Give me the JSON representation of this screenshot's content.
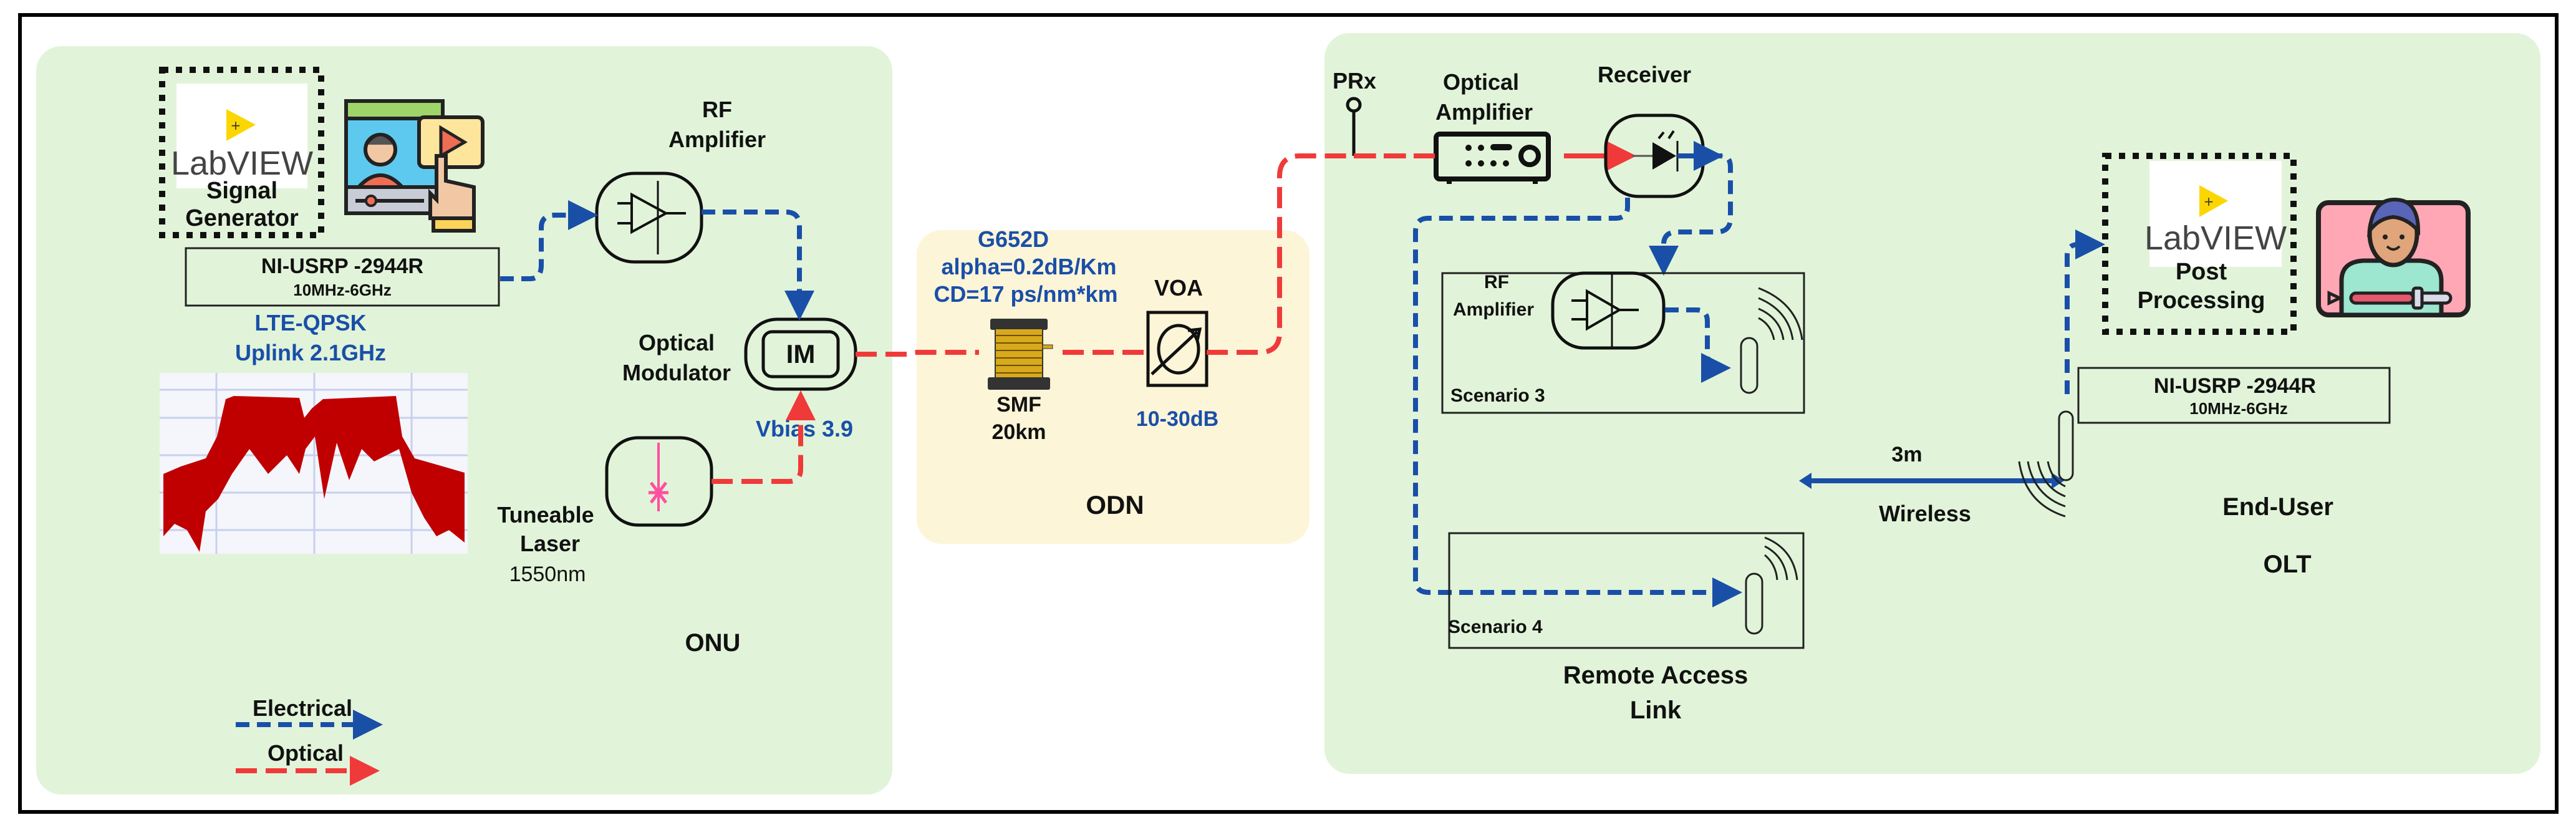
{
  "colors": {
    "panel_green": "#e1f4d9",
    "panel_yellow": "#fdf5d8",
    "electrical": "#1a4fa8",
    "optical": "#f03a3a",
    "spectrum": "#c00000",
    "labview_yellow": "#fcd600"
  },
  "onu": {
    "section_label": "ONU",
    "signal_generator": {
      "logo_text": "LabVIEW",
      "label_line1": "Signal",
      "label_line2": "Generator"
    },
    "usrp": {
      "model": "NI-USRP -2944R",
      "range": "10MHz-6GHz"
    },
    "signal": {
      "line1": "LTE-QPSK",
      "line2": "Uplink 2.1GHz"
    },
    "rf_amplifier": {
      "line1": "RF",
      "line2": "Amplifier"
    },
    "optical_modulator": {
      "line1": "Optical",
      "line2": "Modulator",
      "symbol": "IM"
    },
    "vbias": "Vbias 3.9",
    "laser": {
      "line1": "Tuneable",
      "line2": "Laser",
      "wavelength": "1550nm"
    }
  },
  "legend": {
    "electrical": "Electrical",
    "optical": "Optical"
  },
  "odn": {
    "section_label": "ODN",
    "fiber_spec": {
      "line1": "G652D",
      "line2": "alpha=0.2dB/Km",
      "line3": "CD=17 ps/nm*km"
    },
    "smf": {
      "line1": "SMF",
      "line2": "20km"
    },
    "voa": {
      "label": "VOA",
      "range": "10-30dB"
    }
  },
  "remote_access": {
    "section_label_line1": "Remote Access",
    "section_label_line2": "Link",
    "prx": "PRx",
    "optical_amplifier": {
      "line1": "Optical",
      "line2": "Amplifier"
    },
    "receiver": "Receiver",
    "scenario3": {
      "label": "Scenario 3",
      "rf_line1": "RF",
      "rf_line2": "Amplifier"
    },
    "scenario4": {
      "label": "Scenario 4"
    }
  },
  "wireless": {
    "distance": "3m",
    "label": "Wireless"
  },
  "end_user": {
    "section_label": "End-User",
    "olt_label": "OLT",
    "post_processing": {
      "logo_text": "LabVIEW",
      "line1": "Post",
      "line2": "Processing"
    },
    "usrp": {
      "model": "NI-USRP -2944R",
      "range": "10MHz-6GHz"
    }
  }
}
